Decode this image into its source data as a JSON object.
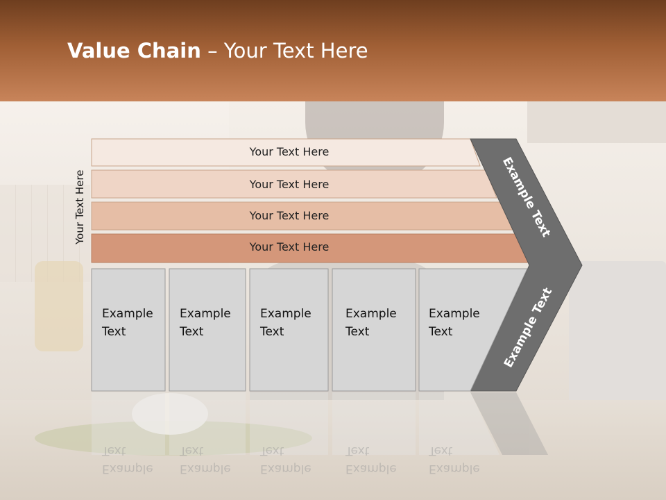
{
  "title": {
    "bold": "Value Chain",
    "rest": " – Your Text Here"
  },
  "side_label": "Your Text Here",
  "rows": [
    {
      "label": "Your Text Here",
      "color": "#f5e9e1"
    },
    {
      "label": "Your Text Here",
      "color": "#efd5c6"
    },
    {
      "label": "Your Text Here",
      "color": "#e6bea6"
    },
    {
      "label": "Your Text Here",
      "color": "#d4977a"
    }
  ],
  "boxes": [
    {
      "line1": "Example",
      "line2": "Text"
    },
    {
      "line1": "Example",
      "line2": "Text"
    },
    {
      "line1": "Example",
      "line2": "Text"
    },
    {
      "line1": "Example",
      "line2": "Text"
    },
    {
      "line1": "Example",
      "line2": "Text"
    }
  ],
  "arrow_labels": {
    "upper": "Example Text",
    "lower": "Example Text"
  },
  "colors": {
    "header": "#a05f35",
    "box_fill": "#d4d4d4",
    "arrow_fill": "#6e6e6e"
  }
}
